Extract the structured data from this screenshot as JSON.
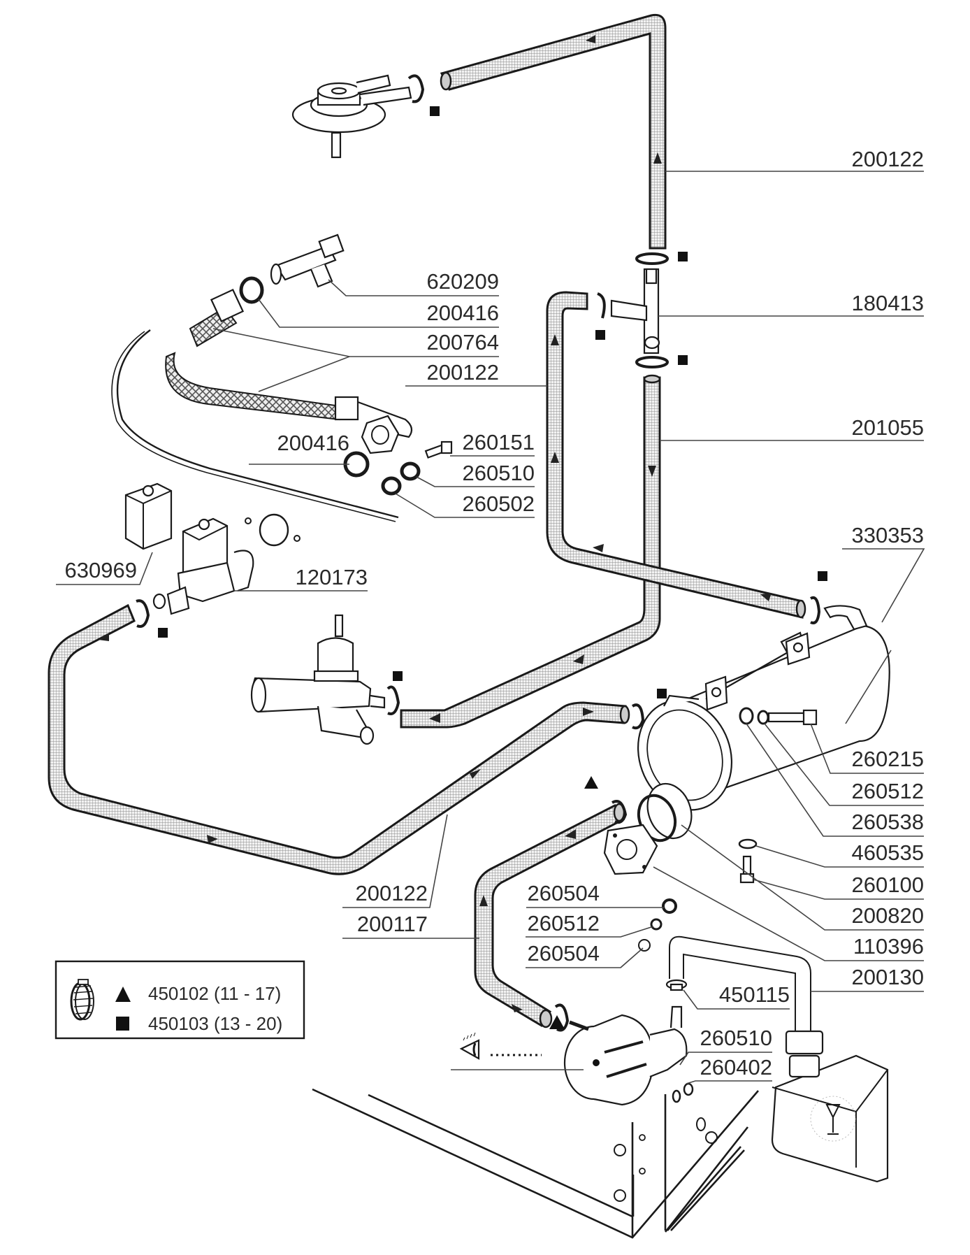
{
  "diagram": {
    "title": "Hydraulic circuit exploded parts view",
    "part_labels": [
      {
        "id": "lbl-200122-top",
        "text": "200122"
      },
      {
        "id": "lbl-620209",
        "text": "620209"
      },
      {
        "id": "lbl-200416-a",
        "text": "200416"
      },
      {
        "id": "lbl-200764",
        "text": "200764"
      },
      {
        "id": "lbl-200122-mid",
        "text": "200122"
      },
      {
        "id": "lbl-180413",
        "text": "180413"
      },
      {
        "id": "lbl-201055",
        "text": "201055"
      },
      {
        "id": "lbl-200416-b",
        "text": "200416"
      },
      {
        "id": "lbl-260151",
        "text": "260151"
      },
      {
        "id": "lbl-260510-a",
        "text": "260510"
      },
      {
        "id": "lbl-260502",
        "text": "260502"
      },
      {
        "id": "lbl-330353",
        "text": "330353"
      },
      {
        "id": "lbl-630969",
        "text": "630969"
      },
      {
        "id": "lbl-120173",
        "text": "120173"
      },
      {
        "id": "lbl-260215",
        "text": "260215"
      },
      {
        "id": "lbl-260512-a",
        "text": "260512"
      },
      {
        "id": "lbl-260538",
        "text": "260538"
      },
      {
        "id": "lbl-460535",
        "text": "460535"
      },
      {
        "id": "lbl-260100",
        "text": "260100"
      },
      {
        "id": "lbl-200820",
        "text": "200820"
      },
      {
        "id": "lbl-110396",
        "text": "110396"
      },
      {
        "id": "lbl-200130",
        "text": "200130"
      },
      {
        "id": "lbl-260504-a",
        "text": "260504"
      },
      {
        "id": "lbl-260512-b",
        "text": "260512"
      },
      {
        "id": "lbl-260504-b",
        "text": "260504"
      },
      {
        "id": "lbl-200122-bot",
        "text": "200122"
      },
      {
        "id": "lbl-200117",
        "text": "200117"
      },
      {
        "id": "lbl-450115",
        "text": "450115"
      },
      {
        "id": "lbl-260510-b",
        "text": "260510"
      },
      {
        "id": "lbl-260402",
        "text": "260402"
      }
    ],
    "legend": {
      "icon": "hose-clamp-icon",
      "items": [
        {
          "symbol": "triangle",
          "text": "450102 (11 - 17)"
        },
        {
          "symbol": "square",
          "text": "450103 (13 - 20)"
        }
      ]
    },
    "colors": {
      "line": "#1a1a1a",
      "hose_fill": "#d9d9d9",
      "background": "#ffffff"
    }
  }
}
